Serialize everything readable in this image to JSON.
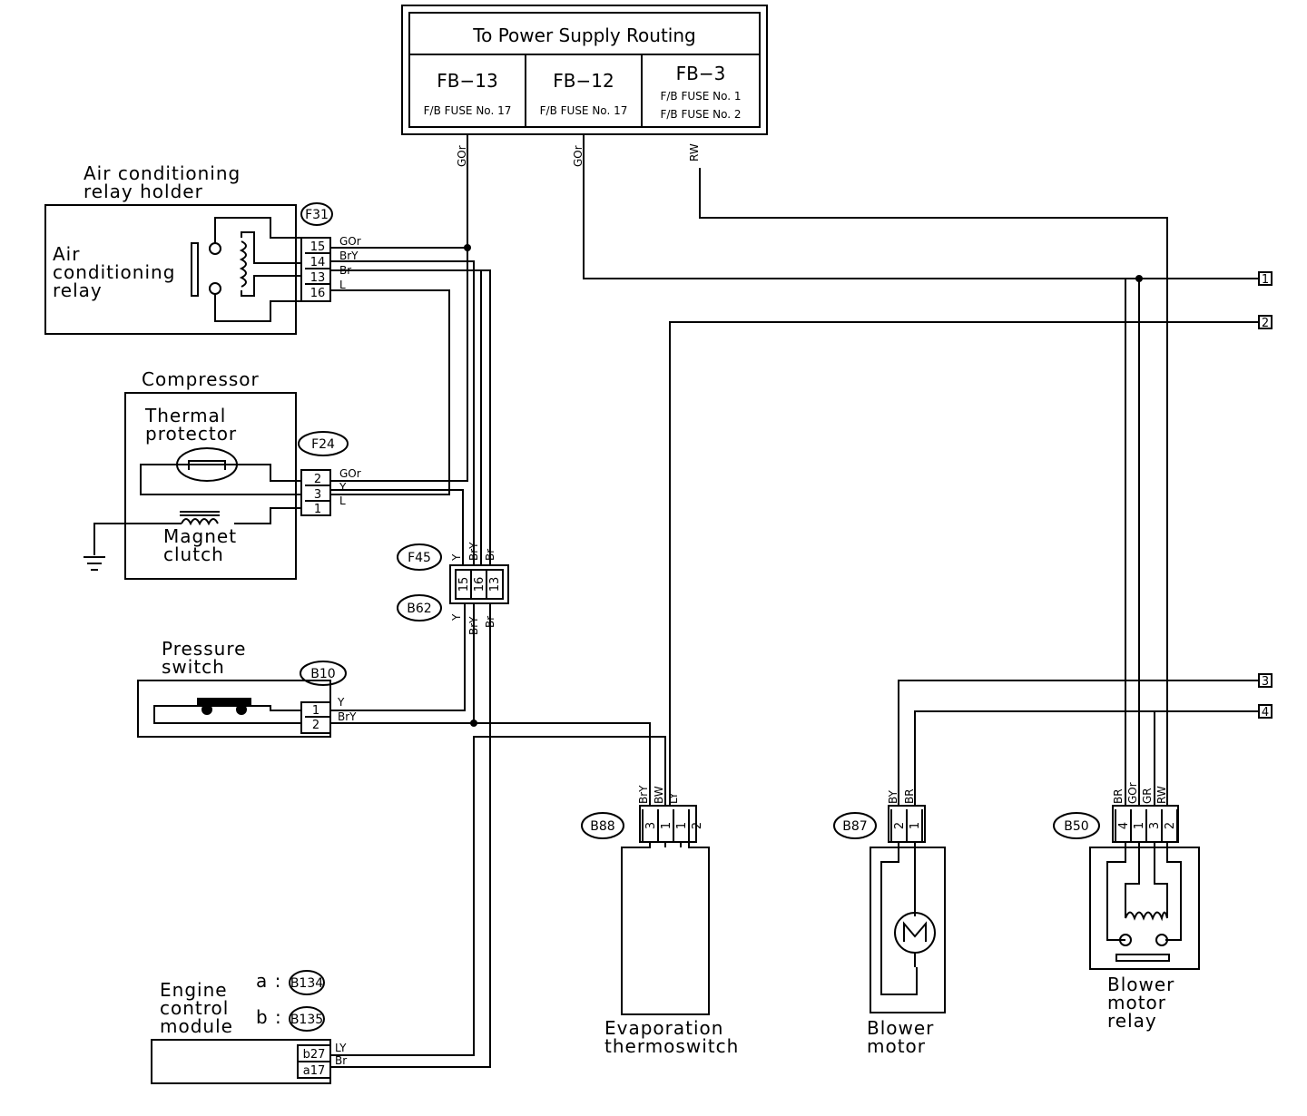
{
  "supply": {
    "title": "To Power Supply Routing",
    "fuses": [
      {
        "id": "FB−13",
        "sub": [
          "F/B FUSE No. 17"
        ]
      },
      {
        "id": "FB−12",
        "sub": [
          "F/B FUSE No. 17"
        ]
      },
      {
        "id": "FB−3",
        "sub": [
          "F/B FUSE No. 1",
          "F/B FUSE No. 2"
        ]
      }
    ],
    "wires": [
      "GOr",
      "GOr",
      "RW"
    ]
  },
  "ac_relay": {
    "title": [
      "Air conditioning",
      "relay holder"
    ],
    "label": [
      "Air",
      "conditioning",
      "relay"
    ],
    "connector": "F31",
    "pins": [
      "15",
      "14",
      "13",
      "16"
    ],
    "wires": [
      "GOr",
      "BrY",
      "Br",
      "L"
    ]
  },
  "compressor": {
    "title": "Compressor",
    "thermal": [
      "Thermal",
      "protector"
    ],
    "clutch": [
      "Magnet",
      "clutch"
    ],
    "connector": "F24",
    "pins": [
      "2",
      "3",
      "1"
    ],
    "wires": [
      "GOr",
      "Y",
      "L"
    ]
  },
  "joint": {
    "upper": "F45",
    "lower": "B62",
    "pins": [
      "15",
      "16",
      "13"
    ],
    "upper_wires": [
      "Y",
      "BrY",
      "Br"
    ],
    "lower_wires": [
      "Y",
      "BrY",
      "Br"
    ]
  },
  "pressure": {
    "title": [
      "Pressure",
      "switch"
    ],
    "connector": "B10",
    "pins": [
      "1",
      "2"
    ],
    "wires": [
      "Y",
      "BrY"
    ]
  },
  "ecm": {
    "title": [
      "Engine",
      "control",
      "module"
    ],
    "a": "a :",
    "b": "b :",
    "a_conn": "B134",
    "b_conn": "B135",
    "pins": [
      "b27",
      "a17"
    ],
    "wires": [
      "LY",
      "Br"
    ]
  },
  "evap": {
    "title": [
      "Evaporation",
      "thermoswitch"
    ],
    "connector": "B88",
    "pins": [
      "3",
      "1",
      "1",
      "2"
    ],
    "wires": [
      "BrY",
      "BW",
      "LY"
    ]
  },
  "blower": {
    "title": [
      "Blower",
      "motor"
    ],
    "connector": "B87",
    "pins": [
      "2",
      "1"
    ],
    "wires": [
      "BY",
      "BR"
    ]
  },
  "blower_relay": {
    "title": [
      "Blower",
      "motor",
      "relay"
    ],
    "connector": "B50",
    "pins": [
      "4",
      "1",
      "3",
      "2"
    ],
    "wires": [
      "BR",
      "GOr",
      "GR",
      "RW"
    ]
  },
  "refs": [
    "1",
    "2",
    "3",
    "4"
  ]
}
